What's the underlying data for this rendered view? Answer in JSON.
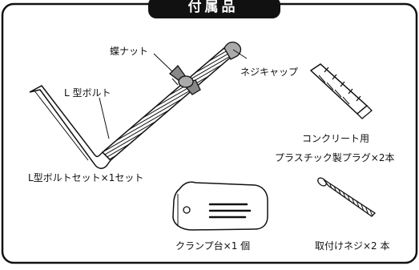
{
  "header": {
    "title": "付属品"
  },
  "items": {
    "wing_nut": "蝶ナット",
    "screw_cap": "ネジキャップ",
    "l_bolt": "L 型ボルト",
    "l_bolt_set": "L型ボルトセット×1セット",
    "anchor_line1": "コンクリート用",
    "anchor_line2": "プラスチック製プラグ×2本",
    "clamp_base": "クランプ台×1 個",
    "tapping_screw": "取付けネジ×2 本"
  },
  "colors": {
    "outline": "#111111",
    "title_bg": "#111111",
    "title_fg": "#ffffff",
    "part_fill": "#ffffff"
  }
}
